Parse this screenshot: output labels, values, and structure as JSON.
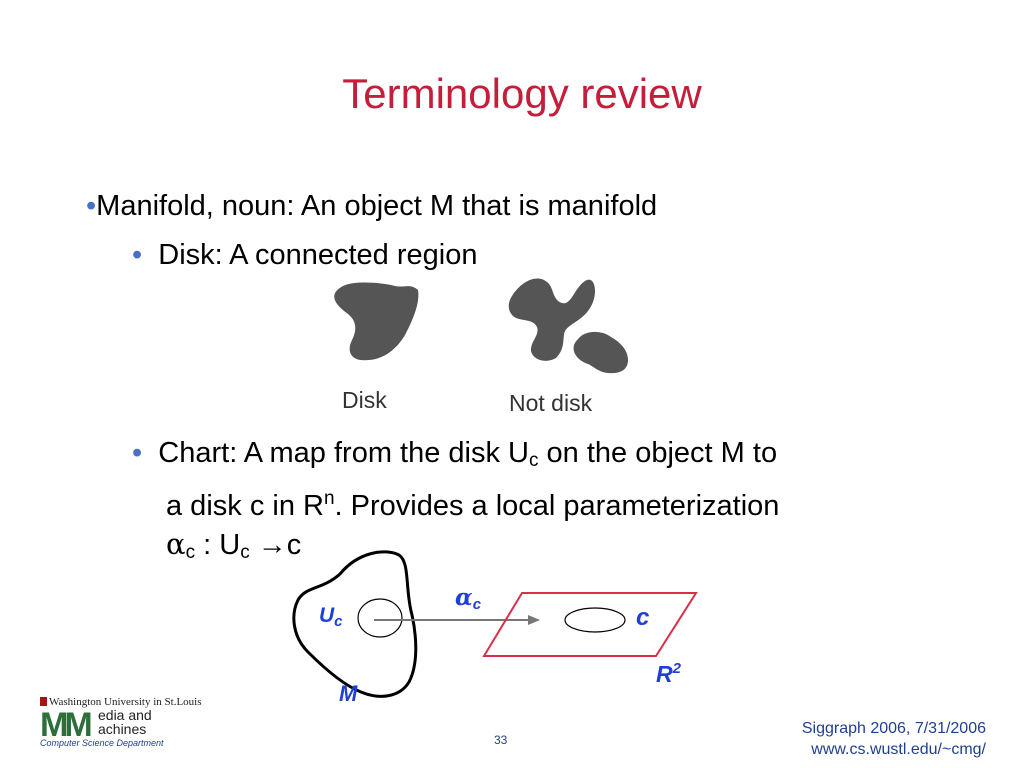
{
  "slide": {
    "title": "Terminology review",
    "bullets": {
      "b1_marker": "•",
      "b1_text": "Manifold, noun: An object M that is manifold",
      "b2_marker": "•",
      "b2_text": "Disk: A connected region",
      "b3_marker": "•",
      "b3_l1_pre": "Chart: A map from the disk U",
      "b3_l1_sub": "c",
      "b3_l1_post": " on the object M to",
      "b3_l2_pre": "a disk c in R",
      "b3_l2_sup": "n",
      "b3_l2_post": ". Provides a local parameterization",
      "b3_l3_alpha": "α",
      "b3_l3_alpha_sub": "c",
      "b3_l3_mid": " : U",
      "b3_l3_u_sub": "c",
      "b3_l3_post": " →c"
    },
    "figure1": {
      "disk_caption": "Disk",
      "notdisk_caption": "Not disk"
    },
    "figure2": {
      "u_label": "U",
      "u_sub": "c",
      "m_label": "M",
      "alpha_label": "α",
      "alpha_sub": "c",
      "c_label": "c",
      "r_label": "R",
      "r_sup": "2"
    },
    "footer": {
      "page_number": "33",
      "conference": "Siggraph 2006, 7/31/2006",
      "url": "www.cs.wustl.edu/~cmg/"
    },
    "logo": {
      "university": "Washington University in St.Louis",
      "mm": "MM",
      "edia": "edia and",
      "achines": "achines",
      "department": "Computer Science Department"
    },
    "colors": {
      "title": "#c41e3a",
      "bullet_marker": "#4a6fc9",
      "blob_fill": "#555555",
      "plane_stroke": "#d9304a",
      "diagram_label": "#1f3fd6",
      "footer_text": "#1f3f8f"
    }
  }
}
